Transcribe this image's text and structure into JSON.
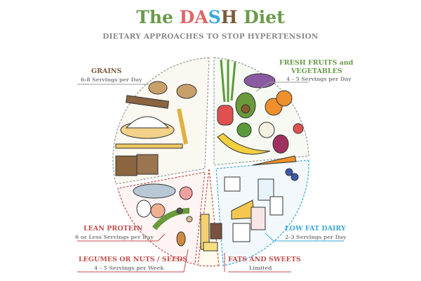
{
  "header": {
    "title_parts": [
      "The ",
      "D",
      "A",
      "S",
      "H",
      " Diet"
    ],
    "subtitle": "DIETARY APPROACHES TO STOP HYPERTENSION"
  },
  "colors": {
    "green": "#6a9a4a",
    "red": "#e06666",
    "blue": "#3ba7d8",
    "brown": "#7a5a3a",
    "protein": "#c0504d"
  },
  "sections": [
    {
      "name": "GRAINS",
      "servings": "6-8 Servings per Day"
    },
    {
      "name": "FRESH FRUITS and",
      "name2": "VEGETABLES",
      "servings": "4 - 5 Servings per Day"
    },
    {
      "name": "LEAN PROTEIN",
      "servings": "6 or Less Servings per Day"
    },
    {
      "name": "LOW FAT DAIRY",
      "servings": "2-3 Servings per Day"
    },
    {
      "name": "LEGUMES OR NUTS / SEEDS",
      "servings": "4 - 5 Servings per Week"
    },
    {
      "name": "FATS AND SWEETS",
      "servings": "Limited"
    }
  ]
}
